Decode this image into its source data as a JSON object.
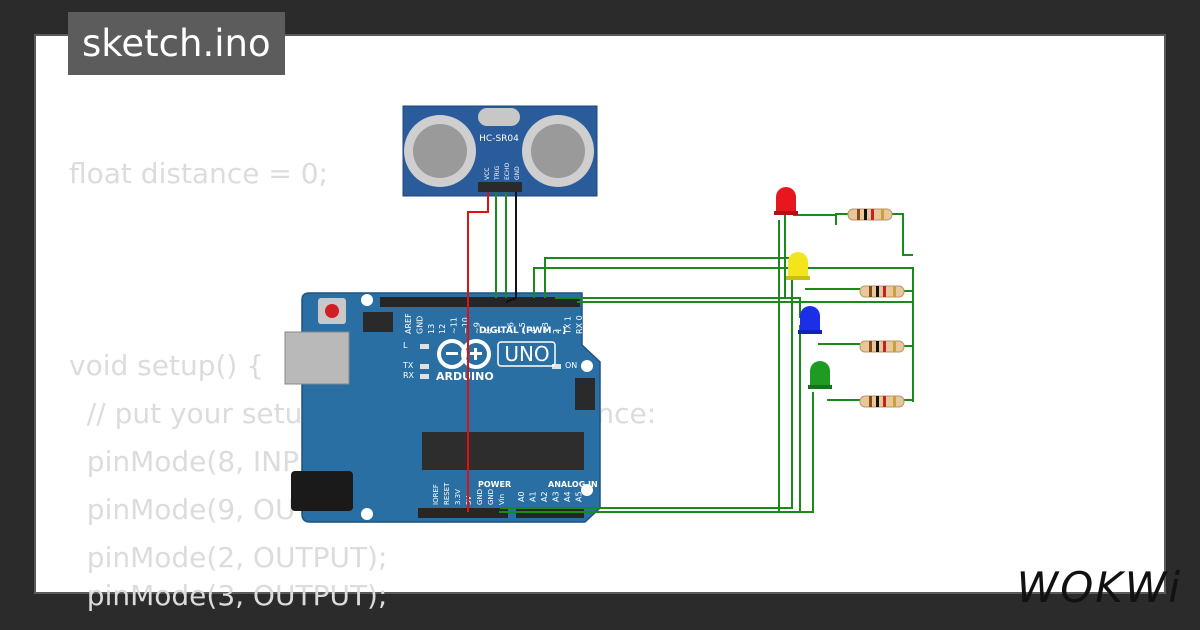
{
  "header": {
    "title": "sketch.ino"
  },
  "code": {
    "lines": [
      "float distance = 0;",
      "",
      "",
      "",
      "void setup() {",
      "  // put your setup code here, to run once:",
      "  pinMode(8, INPUT);",
      "  pinMode(9, OUTPUT);",
      "  pinMode(2, OUTPUT);",
      "  pinMode(3, OUTPUT);"
    ]
  },
  "sensor": {
    "label": "HC-SR04",
    "pins": [
      "VCC",
      "TRIG",
      "ECHO",
      "GND"
    ]
  },
  "board": {
    "brand": "ARDUINO",
    "model": "UNO",
    "digital_label": "DIGITAL (PWM ~)",
    "power_label": "POWER",
    "analog_label": "ANALOG IN",
    "on_label": "ON",
    "l_label": "L",
    "tx_label": "TX",
    "rx_label": "RX",
    "digital_pins": [
      "AREF",
      "GND",
      "13",
      "12",
      "~11",
      "~10",
      "~9",
      "8",
      "7",
      "~6",
      "~5",
      "4",
      "~3",
      "2",
      "TX 1",
      "RX 0"
    ],
    "power_pins": [
      "IOREF",
      "RESET",
      "3.3V",
      "5V",
      "GND",
      "GND",
      "Vin"
    ],
    "analog_pins": [
      "A0",
      "A1",
      "A2",
      "A3",
      "A4",
      "A5"
    ]
  },
  "leds": [
    {
      "color": "red",
      "hex": "#e8161d"
    },
    {
      "color": "yellow",
      "hex": "#f2e51b"
    },
    {
      "color": "blue",
      "hex": "#1b2ee8"
    },
    {
      "color": "green",
      "hex": "#1f9a23"
    }
  ],
  "wire_colors": {
    "signal": "#1a8a1a",
    "power": "#e01010",
    "ground": "#111111"
  },
  "branding": {
    "logo": "WOKWi"
  }
}
